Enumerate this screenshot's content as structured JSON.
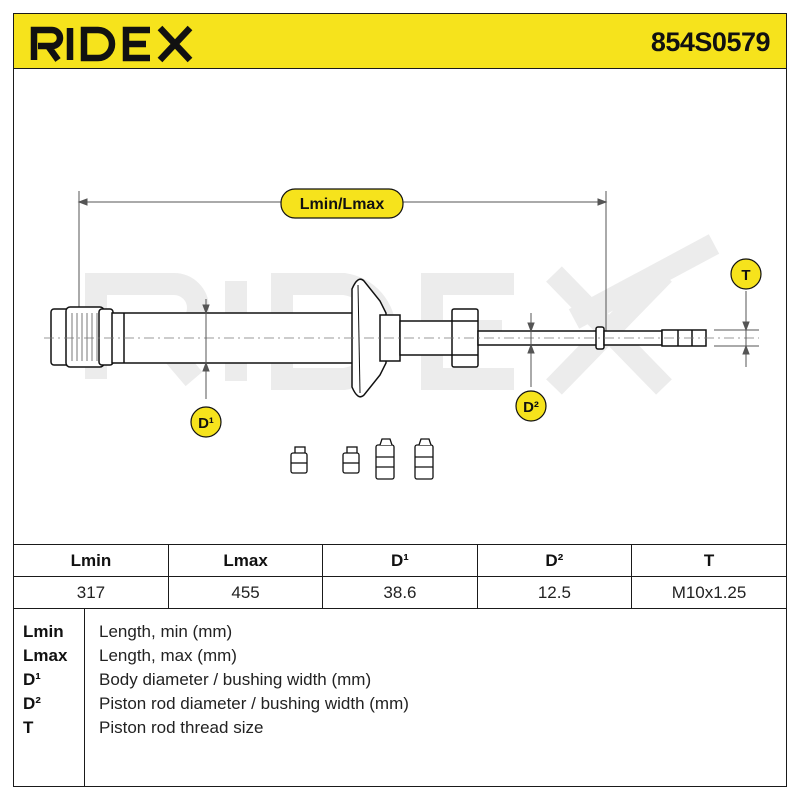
{
  "header": {
    "brand": "RIDEX",
    "part_number": "854S0579",
    "accent_color": "#f6e31c"
  },
  "drawing": {
    "dimension_labels": {
      "length": "Lmin/Lmax",
      "thread": "T",
      "body_diameter": "D¹",
      "rod_diameter": "D²"
    },
    "label_badge_color": "#f6e31c",
    "watermark": "RIDEX"
  },
  "spec_table": {
    "headers": [
      "Lmin",
      "Lmax",
      "D¹",
      "D²",
      "T"
    ],
    "values": [
      "317",
      "455",
      "38.6",
      "12.5",
      "M10x1.25"
    ]
  },
  "legend": [
    {
      "key": "Lmin",
      "desc": "Length, min (mm)"
    },
    {
      "key": "Lmax",
      "desc": "Length, max (mm)"
    },
    {
      "key": "D¹",
      "desc": "Body diameter / bushing width (mm)"
    },
    {
      "key": "D²",
      "desc": "Piston rod diameter / bushing width (mm)"
    },
    {
      "key": "T",
      "desc": "Piston rod thread size"
    }
  ]
}
